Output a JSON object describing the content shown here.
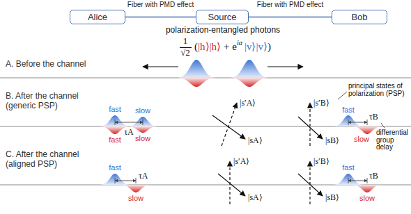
{
  "diagram": {
    "nodes": [
      {
        "text": [
          "Alice"
        ]
      },
      {
        "text": [
          "Source"
        ]
      },
      {
        "text": [
          "Bob"
        ]
      }
    ],
    "edges": [
      {
        "from": 0,
        "to": 1,
        "arrow": "none",
        "label": "Fiber with PMD effect"
      },
      {
        "from": 1,
        "to": 2,
        "arrow": "none",
        "label": "Fiber with PMD effect"
      }
    ],
    "labels": [
      "polarization-entangled photons",
      "1",
      "√2",
      "(",
      "|h⟩|h⟩",
      "+ e",
      "iα",
      "|v⟩|v⟩",
      ")",
      "A. Before the channel",
      "B. After the channel",
      "(generic PSP)",
      "fast",
      "slow",
      "fast",
      "slow",
      "τA",
      "|s′A⟩",
      "|sA⟩",
      "|s′B⟩",
      "|sB⟩",
      "principal states of polarization (PSP)",
      "fast",
      "τB",
      "slow",
      "differential group delay",
      "C. After the channel",
      "(aligned PSP)",
      "fast",
      "τA",
      "slow",
      "|s′A⟩",
      "|sA⟩",
      "|s′B⟩",
      "|sB⟩",
      "fast",
      "τB",
      "slow"
    ]
  }
}
